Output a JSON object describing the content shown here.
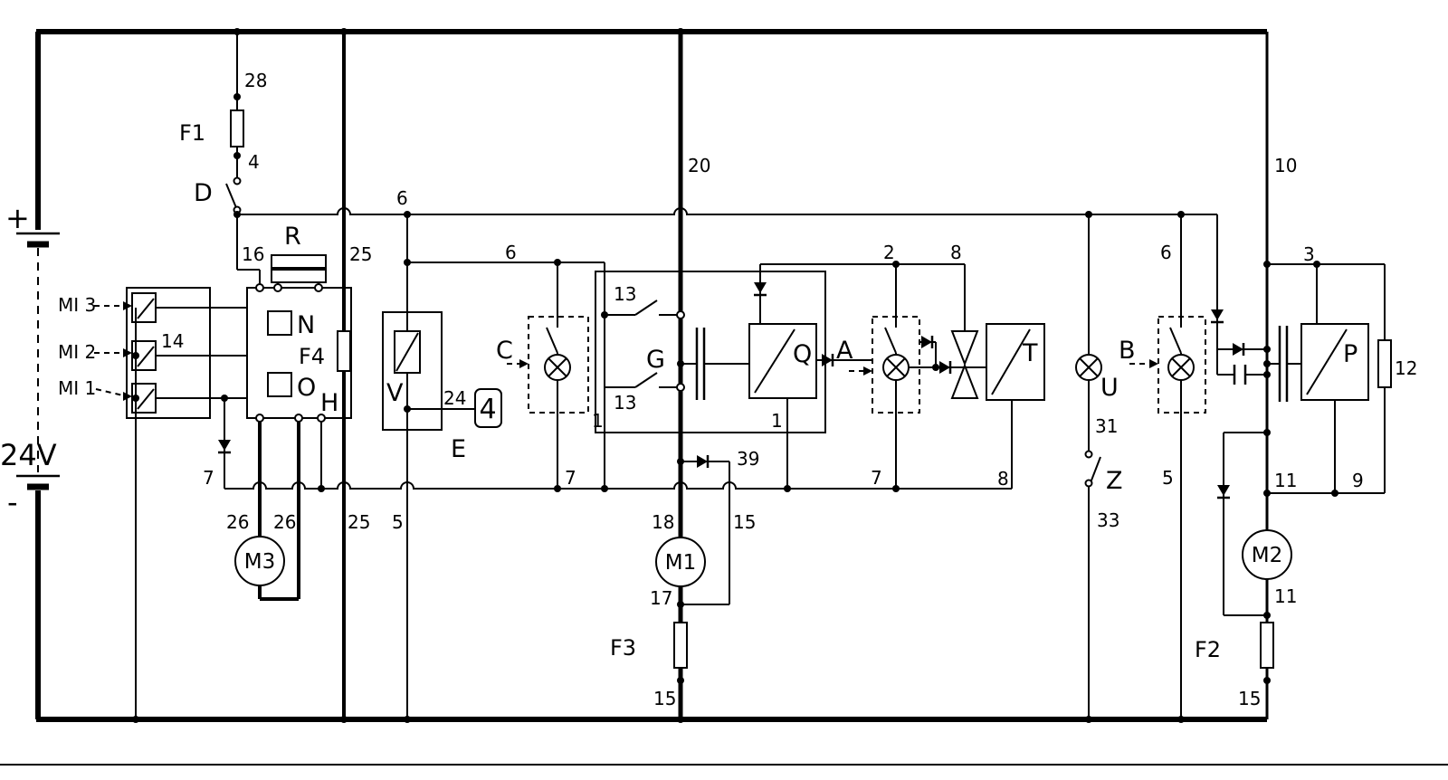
{
  "diagram": {
    "type": "electrical-schematic",
    "battery": {
      "plus": "+",
      "voltage": "24V",
      "minus": "-"
    },
    "components": {
      "f1": "F1",
      "f2": "F2",
      "f3": "F3",
      "f4": "F4",
      "d": "D",
      "r": "R",
      "n": "N",
      "o": "O",
      "h": "H",
      "v": "V",
      "e": "E",
      "e_box_digit": "4",
      "c": "C",
      "g": "G",
      "q": "Q",
      "a": "A",
      "t": "T",
      "u": "U",
      "b": "B",
      "z": "Z",
      "p": "P",
      "m1": "M1",
      "m2": "M2",
      "m3": "M3",
      "mi1": "MI 1",
      "mi2": "MI 2",
      "mi3": "MI 3"
    },
    "wire_numbers": {
      "w1a": "1",
      "w1b": "1",
      "w2": "2",
      "w3": "3",
      "w4": "4",
      "w5a": "5",
      "w5b": "5",
      "w6a": "6",
      "w6b": "6",
      "w6c": "6",
      "w7a": "7",
      "w7b": "7",
      "w7c": "7",
      "w8a": "8",
      "w8b": "8",
      "w9": "9",
      "w10": "10",
      "w11a": "11",
      "w11b": "11",
      "w12": "12",
      "w13a": "13",
      "w13b": "13",
      "w14": "14",
      "w15a": "15",
      "w15b": "15",
      "w15c": "15",
      "w16": "16",
      "w17": "17",
      "w18": "18",
      "w20": "20",
      "w24": "24",
      "w25a": "25",
      "w25b": "25",
      "w26a": "26",
      "w26b": "26",
      "w28": "28",
      "w31": "31",
      "w33": "33",
      "w39": "39"
    },
    "colors": {
      "line": "#000000",
      "background": "#ffffff"
    }
  }
}
